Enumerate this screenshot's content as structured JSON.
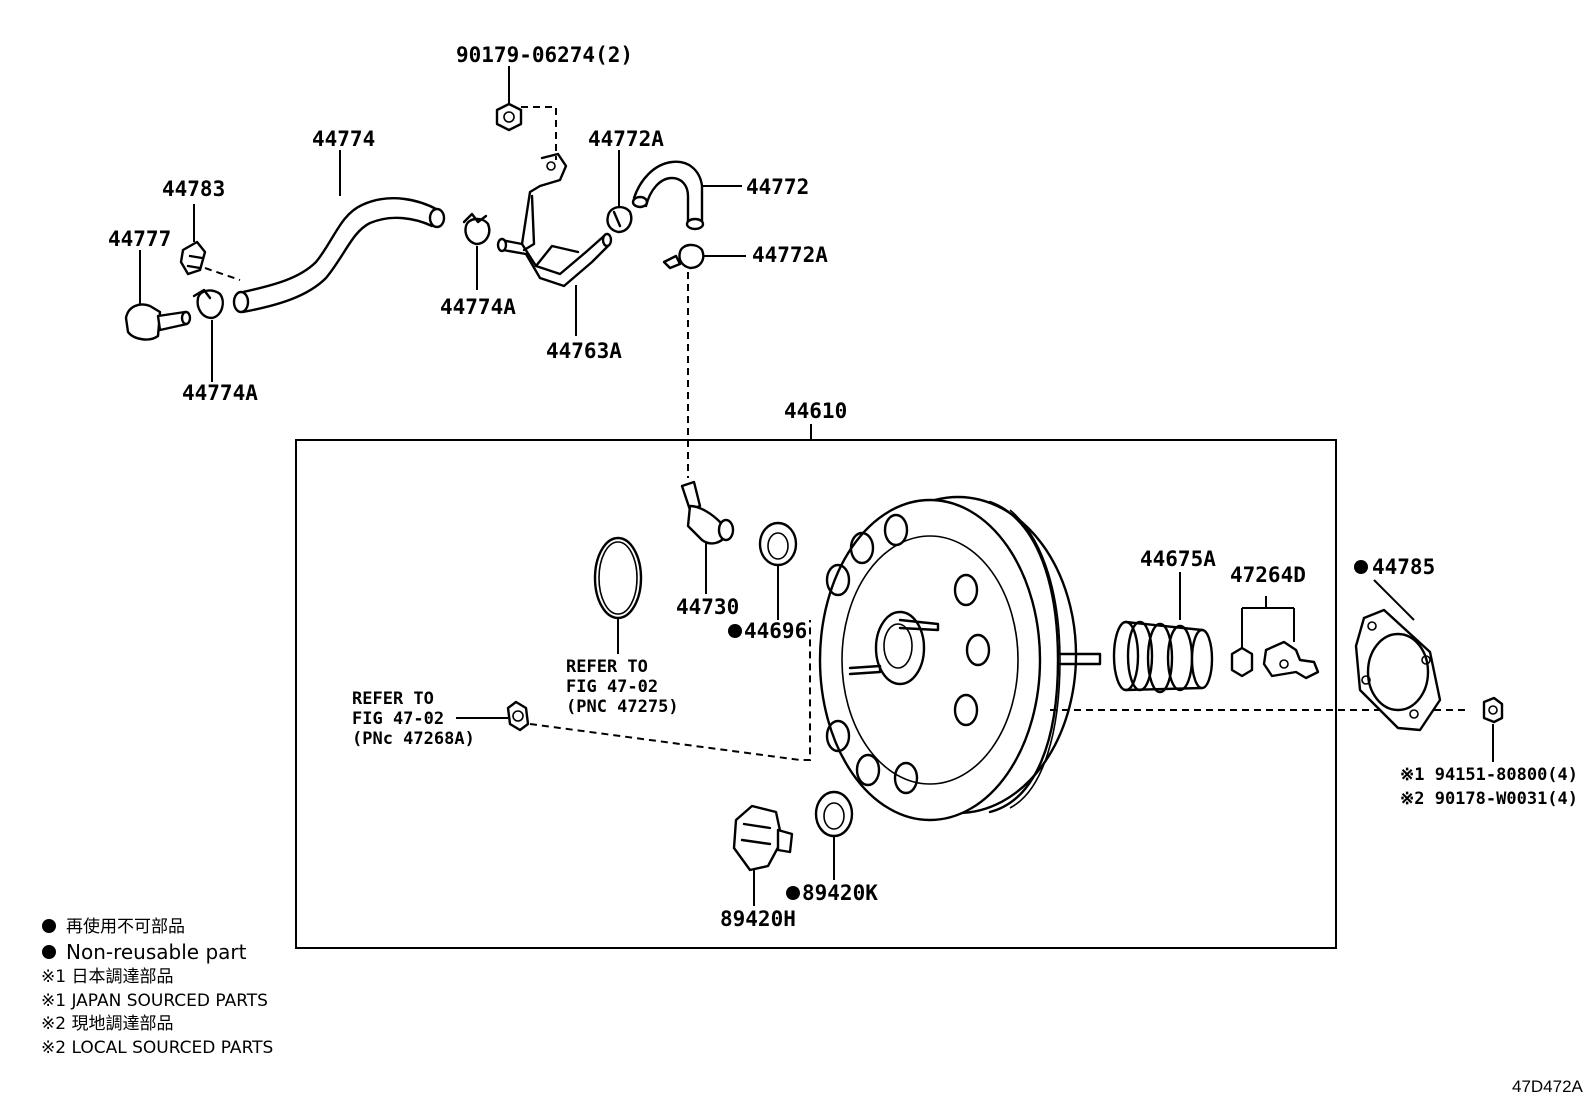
{
  "labels": {
    "p90179": "90179-06274(2)",
    "p44774": "44774",
    "p44772A_top": "44772A",
    "p44772": "44772",
    "p44783": "44783",
    "p44777": "44777",
    "p44772A_mid": "44772A",
    "p44774A_mid": "44774A",
    "p44763A": "44763A",
    "p44774A_low": "44774A",
    "p44610": "44610",
    "p44675A": "44675A",
    "p47264D": "47264D",
    "p44785": "44785",
    "p44730": "44730",
    "p44696": "44696",
    "p89420K": "89420K",
    "p89420H": "89420H",
    "p94151": "※1 94151-80800(4)",
    "p90178": "※2 90178-W0031(4)"
  },
  "refs": {
    "ref1_line1": "REFER TO",
    "ref1_line2": "FIG 47-02",
    "ref1_line3": "(PNC 47275)",
    "ref2_line1": "REFER TO",
    "ref2_line2": "FIG 47-02",
    "ref2_line3": "(PNc 47268A)"
  },
  "legend": {
    "non_reusable_jp": "再使用不可部品",
    "non_reusable_en": "Non-reusable part",
    "japan_jp": "※1 日本調達部品",
    "japan_en": "※1 JAPAN SOURCED PARTS",
    "local_jp": "※2 現地調達部品",
    "local_en": "※2 LOCAL SOURCED PARTS"
  },
  "figure_code": "47D472A"
}
